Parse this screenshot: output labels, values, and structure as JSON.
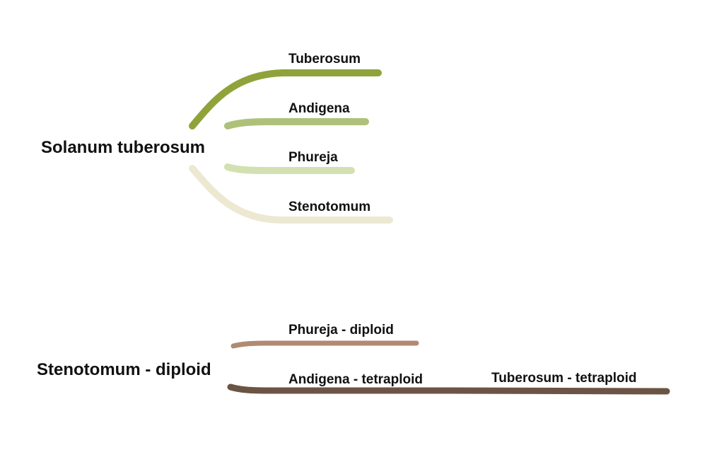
{
  "trees": [
    {
      "root": "Solanum tuberosum",
      "branches": [
        {
          "label": "Tuberosum",
          "color": "#8fa33a"
        },
        {
          "label": "Andigena",
          "color": "#aec17a"
        },
        {
          "label": "Phureja",
          "color": "#d3e0b1"
        },
        {
          "label": "Stenotomum",
          "color": "#ede8d2"
        }
      ]
    },
    {
      "root": "Stenotomum - diploid",
      "branches": [
        {
          "label": "Phureja - diploid",
          "color": "#b08a72"
        },
        {
          "label": "Andigena - tetraploid",
          "color": "#6b5444"
        },
        {
          "label": "Tuberosum - tetraploid",
          "color": "#6b5444"
        }
      ]
    }
  ]
}
